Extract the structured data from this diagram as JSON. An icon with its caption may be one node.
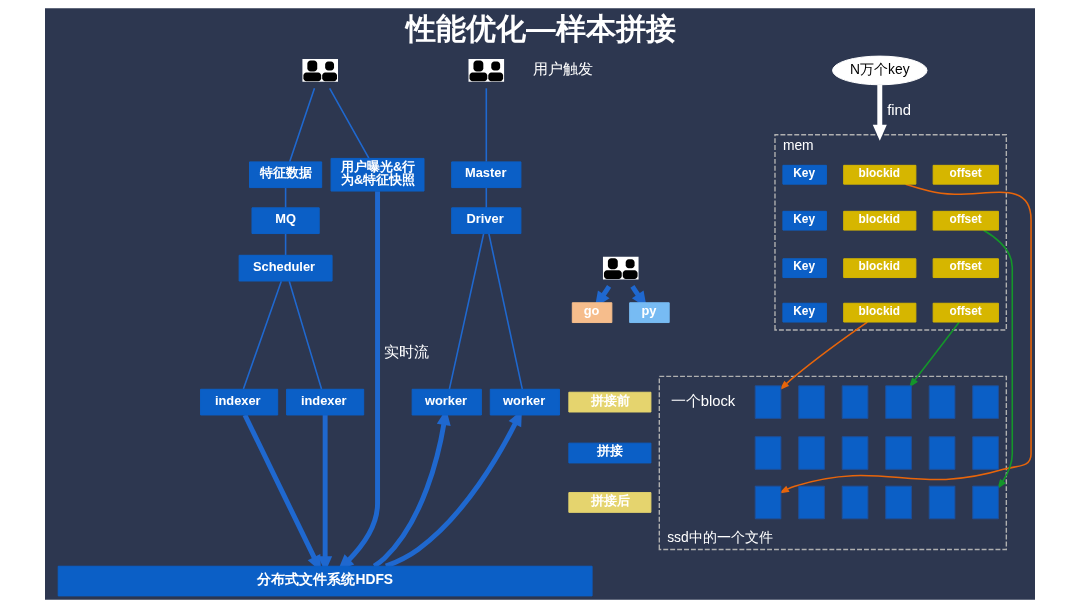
{
  "diagram": {
    "title": "性能优化—样本拼接",
    "nodes": [
      {
        "text": [],
        "shape": "person"
      },
      {
        "text": [
          "特征数据"
        ]
      },
      {
        "text": [
          "用户曝光&行为&特征快照"
        ]
      },
      {
        "text": [
          "MQ"
        ]
      },
      {
        "text": [
          "Scheduler"
        ]
      },
      {
        "text": [
          "indexer"
        ]
      },
      {
        "text": [
          "indexer"
        ]
      },
      {
        "text": [],
        "shape": "person",
        "beside": [
          "用户触发"
        ]
      },
      {
        "text": [
          "Master"
        ]
      },
      {
        "text": [
          "Driver"
        ]
      },
      {
        "text": [
          "worker"
        ]
      },
      {
        "text": [
          "worker"
        ]
      },
      {
        "text": [],
        "shape": "person"
      },
      {
        "text": [
          "go"
        ]
      },
      {
        "text": [
          "py"
        ]
      },
      {
        "text": [
          "拼接前"
        ]
      },
      {
        "text": [
          "拼接"
        ]
      },
      {
        "text": [
          "拼接后"
        ]
      },
      {
        "text": [
          "分布式文件系统HDFS"
        ]
      },
      {
        "text": [
          "N万个key"
        ]
      },
      {
        "text": [
          "mem"
        ]
      },
      {
        "text": [
          "Key"
        ],
        "in": 20
      },
      {
        "text": [
          "blockid"
        ],
        "in": 20
      },
      {
        "text": [
          "offset"
        ],
        "in": 20
      },
      {
        "text": [
          "Key"
        ],
        "in": 20
      },
      {
        "text": [
          "blockid"
        ],
        "in": 20
      },
      {
        "text": [
          "offset"
        ],
        "in": 20
      },
      {
        "text": [
          "Key"
        ],
        "in": 20
      },
      {
        "text": [
          "blockid"
        ],
        "in": 20
      },
      {
        "text": [
          "offset"
        ],
        "in": 20
      },
      {
        "text": [
          "Key"
        ],
        "in": 20
      },
      {
        "text": [
          "blockid"
        ],
        "in": 20
      },
      {
        "text": [
          "offset"
        ],
        "in": 20
      },
      {
        "text": [
          "ssd中的一个文件"
        ]
      },
      {
        "text": [],
        "shape": "box",
        "in": 33,
        "beside": [
          "一个block"
        ]
      },
      {
        "text": [],
        "shape": "box",
        "in": 33
      },
      {
        "text": [],
        "shape": "box",
        "in": 33
      },
      {
        "text": [],
        "shape": "box",
        "in": 33
      },
      {
        "text": [],
        "shape": "box",
        "in": 33
      },
      {
        "text": [],
        "shape": "box",
        "in": 33
      },
      {
        "text": [],
        "shape": "box",
        "in": 33
      },
      {
        "text": [],
        "shape": "box",
        "in": 33
      },
      {
        "text": [],
        "shape": "box",
        "in": 33
      },
      {
        "text": [],
        "shape": "box",
        "in": 33
      },
      {
        "text": [],
        "shape": "box",
        "in": 33
      },
      {
        "text": [],
        "shape": "box",
        "in": 33
      },
      {
        "text": [],
        "shape": "box",
        "in": 33
      },
      {
        "text": [],
        "shape": "box",
        "in": 33
      },
      {
        "text": [],
        "shape": "box",
        "in": 33
      },
      {
        "text": [],
        "shape": "box",
        "in": 33
      },
      {
        "text": [],
        "shape": "box",
        "in": 33
      },
      {
        "text": [],
        "shape": "box",
        "in": 33
      }
    ],
    "edges": [
      {
        "from": 0,
        "to": 1,
        "arrow": "none"
      },
      {
        "from": 0,
        "to": 2,
        "arrow": "none"
      },
      {
        "from": 1,
        "to": 3,
        "arrow": "none"
      },
      {
        "from": 3,
        "to": 4,
        "arrow": "none"
      },
      {
        "from": 4,
        "to": 5,
        "arrow": "none"
      },
      {
        "from": 4,
        "to": 6,
        "arrow": "none"
      },
      {
        "from": 5,
        "to": 18,
        "arrow": "to",
        "style": "thick"
      },
      {
        "from": 6,
        "to": 18,
        "arrow": "to",
        "style": "thick"
      },
      {
        "from": 2,
        "to": 18,
        "arrow": "to",
        "style": "thick",
        "label": "实时流"
      },
      {
        "from": 7,
        "to": 8,
        "arrow": "none"
      },
      {
        "from": 8,
        "to": 9,
        "arrow": "none"
      },
      {
        "from": 9,
        "to": 10,
        "arrow": "none"
      },
      {
        "from": 9,
        "to": 11,
        "arrow": "none"
      },
      {
        "from": 18,
        "to": 10,
        "arrow": "to",
        "style": "thick"
      },
      {
        "from": 18,
        "to": 11,
        "arrow": "to",
        "style": "thick"
      },
      {
        "from": 12,
        "to": 13,
        "arrow": "to",
        "style": "thick"
      },
      {
        "from": 12,
        "to": 14,
        "arrow": "to",
        "style": "thick"
      },
      {
        "from": 19,
        "to": 20,
        "arrow": "to",
        "style": "thick",
        "color": "#ffffff",
        "label": "find"
      },
      {
        "from": 22,
        "to": 46,
        "arrow": "to",
        "color": "#e8650a"
      },
      {
        "from": 31,
        "to": 34,
        "arrow": "to",
        "color": "#e8650a"
      },
      {
        "from": 32,
        "to": 37,
        "arrow": "to",
        "color": "#14962a"
      },
      {
        "from": 26,
        "to": 51,
        "arrow": "to",
        "color": "#14962a"
      }
    ]
  }
}
